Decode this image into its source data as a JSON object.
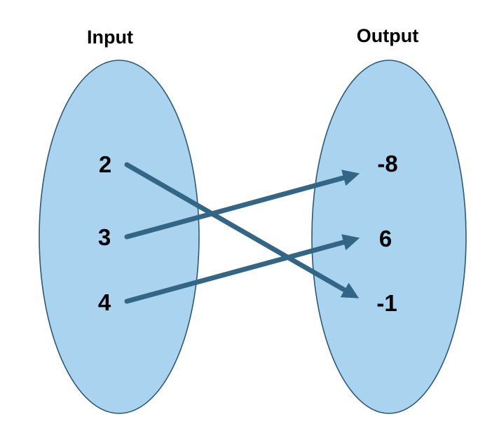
{
  "diagram": {
    "type": "mapping-diagram",
    "left_label": "Input",
    "right_label": "Output",
    "inputs": [
      "2",
      "3",
      "4"
    ],
    "outputs": [
      "-8",
      "6",
      "-1"
    ],
    "mappings": [
      {
        "from": "2",
        "to": "-1"
      },
      {
        "from": "3",
        "to": "-8"
      },
      {
        "from": "4",
        "to": "6"
      }
    ],
    "colors": {
      "ellipse_fill": "#A9D3EF",
      "ellipse_stroke": "#2B5A76",
      "arrow": "#336685",
      "text": "#000000",
      "background": "#FFFFFF"
    }
  }
}
